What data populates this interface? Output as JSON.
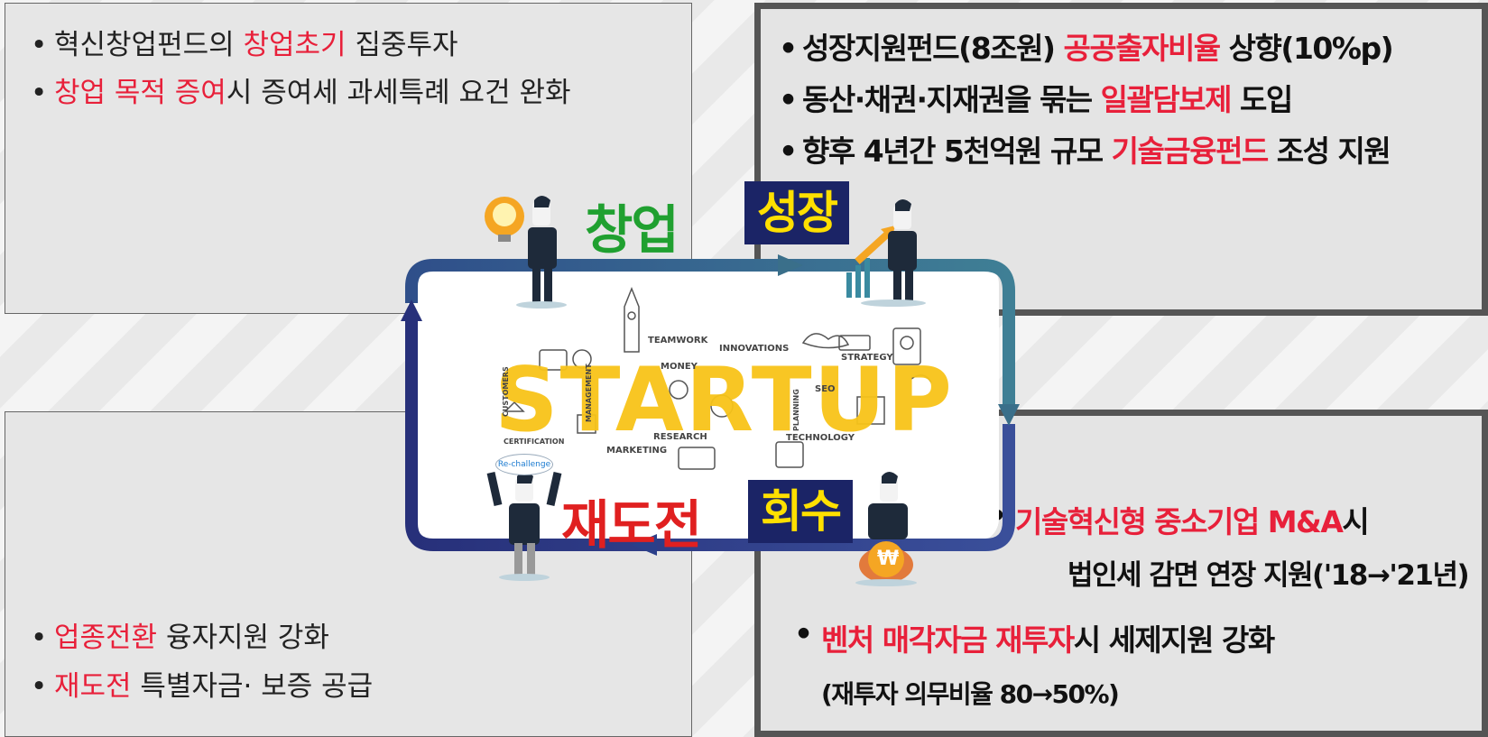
{
  "top_left": {
    "items": [
      {
        "pre": "혁신창업펀드의 ",
        "hl": "창업초기",
        "post": " 집중투자"
      },
      {
        "pre": "",
        "hl": "창업 목적 증여",
        "post": "시 증여세 과세특례 요건 완화"
      }
    ]
  },
  "top_right": {
    "items": [
      {
        "pre": "성장지원펀드(8조원) ",
        "hl": "공공출자비율",
        "post": " 상향(10%p)"
      },
      {
        "pre": "동산·채권·지재권을 묶는 ",
        "hl": "일괄담보제",
        "post": " 도입"
      },
      {
        "pre": "향후 4년간 5천억원 규모 ",
        "hl": "기술금융펀드",
        "post": " 조성 지원"
      }
    ]
  },
  "bottom_left": {
    "items": [
      {
        "pre": "",
        "hl": "업종전환",
        "post": " 융자지원 강화"
      },
      {
        "pre": "",
        "hl": "재도전",
        "post": " 특별자금·  보증 공급"
      }
    ]
  },
  "bottom_right": {
    "item1_hl": "기술혁신형 중소기업 M&A",
    "item1_post": "시",
    "item1_line2": "법인세 감면 연장 지원('18→'21년)",
    "item2_hl": "벤처 매각자금 재투자",
    "item2_post": "시 세제지원 강화",
    "item2_line2": "(재투자 의무비율 80→50%)"
  },
  "cycle": {
    "stage_startup": "창업",
    "stage_growth": "성장",
    "stage_exit": "회수",
    "stage_restart": "재도전",
    "center_word": "STARTUP",
    "doodle_words": {
      "teamwork": "TEAMWORK",
      "innovations": "INNOVATIONS",
      "strategy": "STRATEGY",
      "money": "MONEY",
      "seo": "SEO",
      "research": "RESEARCH",
      "technology": "TECHNOLOGY",
      "marketing": "MARKETING",
      "certification": "CERTIFICATION",
      "customers": "CUSTOMERS",
      "management": "MANAGEMENT",
      "planning": "PLANNING"
    },
    "badge": "Re-challenge",
    "coin_symbol": "₩"
  },
  "colors": {
    "highlight": "#e8203a",
    "startup_green": "#20a030",
    "restart_red": "#e02020",
    "tag_bg": "#1b2466",
    "tag_text": "#ffe000",
    "arrow_top": "#3a6f8a",
    "arrow_bottom": "#2a3f8a"
  }
}
